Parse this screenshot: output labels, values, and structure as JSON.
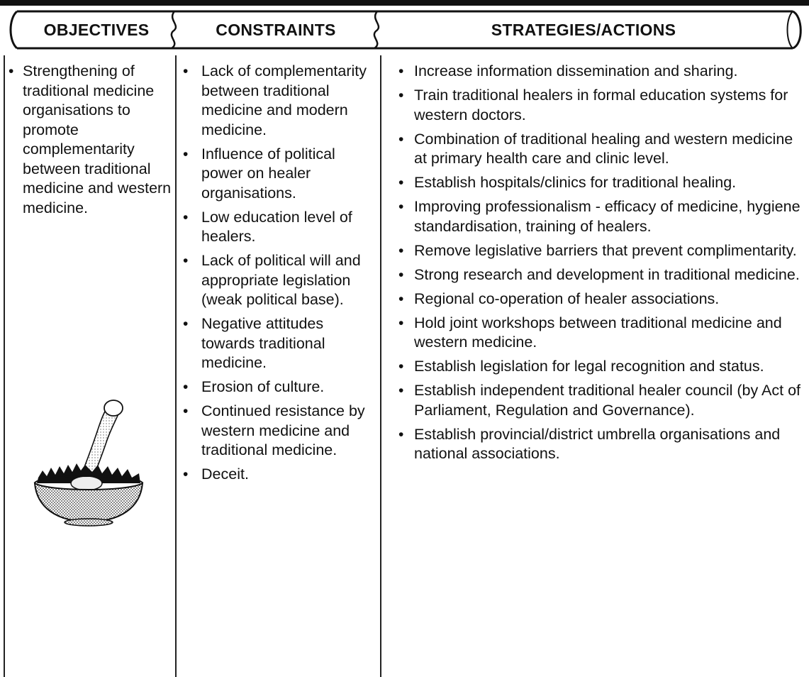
{
  "headers": {
    "objectives": "OBJECTIVES",
    "constraints": "CONSTRAINTS",
    "strategies": "STRATEGIES/ACTIONS"
  },
  "objectives": [
    "Strengthening of traditional medicine organisations to promote complementarity between traditional medicine and western medicine."
  ],
  "constraints": [
    "Lack of complementarity between traditional medicine and modern medicine.",
    "Influence of political power on healer organisations.",
    "Low education level of healers.",
    "Lack of political will and appropriate legislation (weak political base).",
    "Negative attitudes towards traditional medicine.",
    "Erosion of culture.",
    "Continued resistance by western medicine and traditional medicine.",
    "Deceit."
  ],
  "strategies": [
    "Increase information dissemination and sharing.",
    "Train traditional healers in formal education systems for western doctors.",
    "Combination of traditional healing and western medicine at primary health care and clinic level.",
    "Establish hospitals/clinics for traditional healing.",
    "Improving professionalism - efficacy of medicine, hygiene standardisation, training of healers.",
    "Remove legislative barriers that prevent complimentarity.",
    "Strong research and development in traditional medicine.",
    "Regional co-operation of healer associations.",
    "Hold joint workshops between traditional medicine and western medicine.",
    "Establish legislation for legal recognition and status.",
    "Establish independent traditional healer council (by Act of Parliament, Regulation and Governance).",
    "Establish provincial/district umbrella organisations and national associations."
  ],
  "illustration": {
    "icon": "mortar-and-pestle-icon"
  },
  "bullet_char": "•"
}
